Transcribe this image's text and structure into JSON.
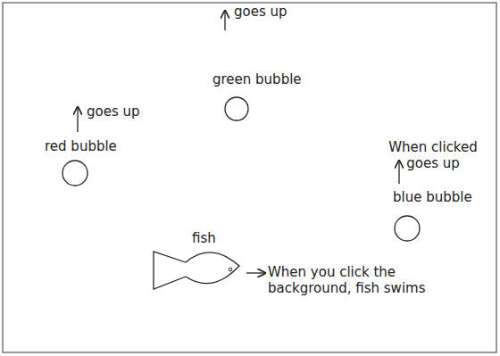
{
  "diagram": {
    "nodes": [
      {
        "text": [
          "green bubble"
        ]
      },
      {
        "text": [
          "red bubble"
        ]
      },
      {
        "text": [
          "blue bubble"
        ]
      },
      {
        "text": [
          "fish"
        ]
      }
    ],
    "labels": [
      "goes up",
      "goes up",
      "When clicked goes up",
      "When you click the background, fish swims"
    ]
  }
}
